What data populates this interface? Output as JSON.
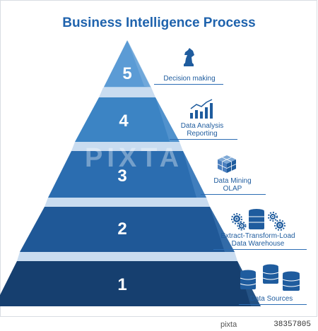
{
  "title": "Business Intelligence Process",
  "levels": [
    {
      "number": "5",
      "label_lines": [
        "Decision making"
      ],
      "icon": "chess-knight-icon"
    },
    {
      "number": "4",
      "label_lines": [
        "Data Analysis",
        "Reporting"
      ],
      "icon": "bar-chart-icon"
    },
    {
      "number": "3",
      "label_lines": [
        "Data Mining",
        "OLAP"
      ],
      "icon": "cube-icon"
    },
    {
      "number": "2",
      "label_lines": [
        "Extract-Transform-Load",
        "Data  Warehouse"
      ],
      "icon": "database-gears-icon"
    },
    {
      "number": "1",
      "label_lines": [
        "Data Sources"
      ],
      "icon": "databases-icon"
    }
  ],
  "colors": {
    "title": "#1f63ad",
    "level5": "#5b9bd5",
    "level4": "#3c84c4",
    "level3": "#2b6db0",
    "level2": "#1f5897",
    "level1": "#163f6f",
    "label": "#1f5c9e"
  },
  "watermark": "PIXTA",
  "footer": {
    "brand": "pixta",
    "image_id": "38357805"
  }
}
